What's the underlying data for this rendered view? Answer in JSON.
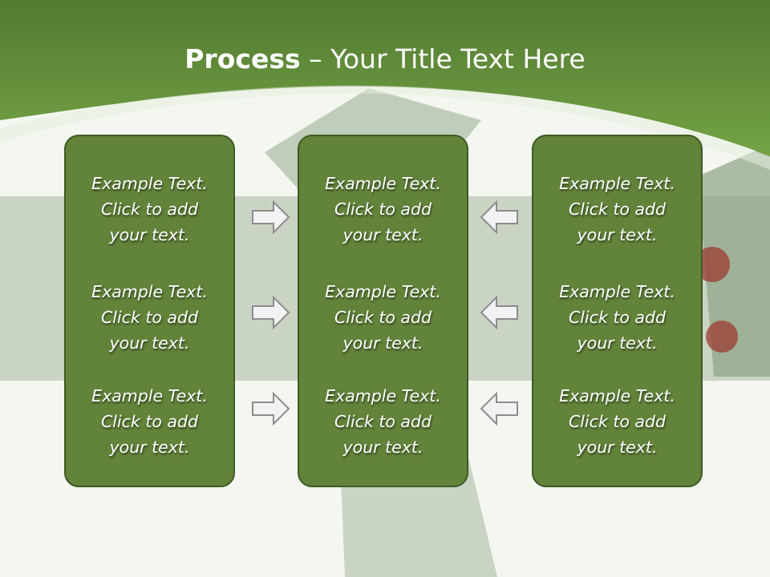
{
  "title": {
    "bold": "Process",
    "rest": " – Your Title Text Here"
  },
  "columns": [
    {
      "items": [
        "Example Text.\nClick  to add\nyour text.",
        "Example Text.\nClick  to add\nyour text.",
        "Example Text.\nClick  to add\nyour text."
      ]
    },
    {
      "items": [
        "Example Text.\nClick  to add\nyour text.",
        "Example Text.\nClick  to add\nyour text.",
        "Example Text.\nClick  to add\nyour text."
      ]
    },
    {
      "items": [
        "Example Text.\nClick  to add\nyour text.",
        "Example Text.\nClick  to add\nyour text.",
        "Example Text.\nClick  to add\nyour text."
      ]
    }
  ],
  "arrows": {
    "left_to_center": [
      "right-arrow-icon",
      "right-arrow-icon",
      "right-arrow-icon"
    ],
    "right_to_center": [
      "left-arrow-icon",
      "left-arrow-icon",
      "left-arrow-icon"
    ]
  },
  "colors": {
    "header_green": "#6a9840",
    "box_fill": "#62833a",
    "box_border": "#3e5a23",
    "background": "#f3f7f0"
  }
}
